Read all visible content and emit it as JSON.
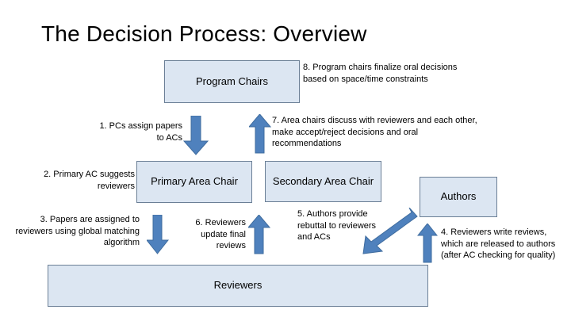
{
  "slide": {
    "title": "The Decision Process: Overview",
    "background_color": "#ffffff",
    "box_fill_color": "#dce6f2",
    "box_border_color": "#6b7f96",
    "arrow_color": "#4f81bd",
    "text_color": "#000000"
  },
  "boxes": {
    "program_chairs": "Program Chairs",
    "primary_area_chair": "Primary Area Chair",
    "secondary_area_chair": "Secondary Area Chair",
    "authors": "Authors",
    "reviewers": "Reviewers"
  },
  "notes": {
    "step1": "1. PCs assign papers to ACs",
    "step2": "2. Primary AC suggests reviewers",
    "step3": "3. Papers are assigned to reviewers using global matching algorithm",
    "step4": "4. Reviewers write reviews, which are released to authors (after AC checking for quality)",
    "step5": "5. Authors provide rebuttal to reviewers and ACs",
    "step6": "6. Reviewers update final reviews",
    "step7": "7. Area chairs discuss with reviewers and each other, make accept/reject decisions and oral recommendations",
    "step8": "8. Program chairs finalize oral decisions based on space/time constraints"
  },
  "arrows": {
    "pcs_to_acs": "arrow-down",
    "acs_to_pcs": "arrow-up",
    "acs_to_reviewers": "arrow-down",
    "reviewers_to_acs": "arrow-up",
    "reviewers_to_authors": "arrow-up",
    "authors_to_reviewers": "arrow-diagonal-down-left"
  }
}
